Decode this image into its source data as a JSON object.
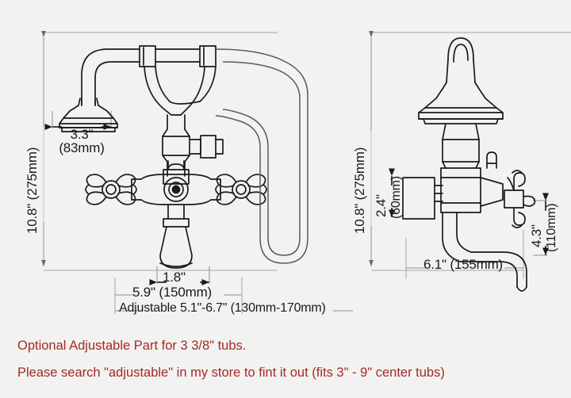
{
  "figure": {
    "type": "technical-dimension-drawing",
    "subject": "Wall-mount clawfoot tub faucet with handheld shower",
    "background_color": "#f2f2f0",
    "line_color": "#1a1a1a",
    "dimension_line_color": "#9a9a9a",
    "note_color": "#a32a2a"
  },
  "left_view": {
    "name": "front-elevation",
    "dimensions": {
      "overall_height": "10.8\" (275mm)",
      "shower_head_diameter_line1": "3.3\"",
      "shower_head_diameter_line2": "(83mm)",
      "spout_width": "1.8\"",
      "center_spacing": "5.9\" (150mm)",
      "adjustable_range": "Adjustable 5.1\"-6.7\" (130mm-170mm)"
    }
  },
  "right_view": {
    "name": "side-elevation",
    "dimensions": {
      "overall_height": "10.8\" (275mm)",
      "flange_height": "2.4\"",
      "flange_height_mm": "(60mm)",
      "spout_reach": "6.1\" (155mm)",
      "spout_drop": "4.3\"",
      "spout_drop_mm": "(110mm)"
    }
  },
  "notes": {
    "line1": "Optional Adjustable Part for 3 3/8\" tubs.",
    "line2": "Please search \"adjustable\" in my store to fint it out (fits 3\" - 9\" center tubs)"
  }
}
